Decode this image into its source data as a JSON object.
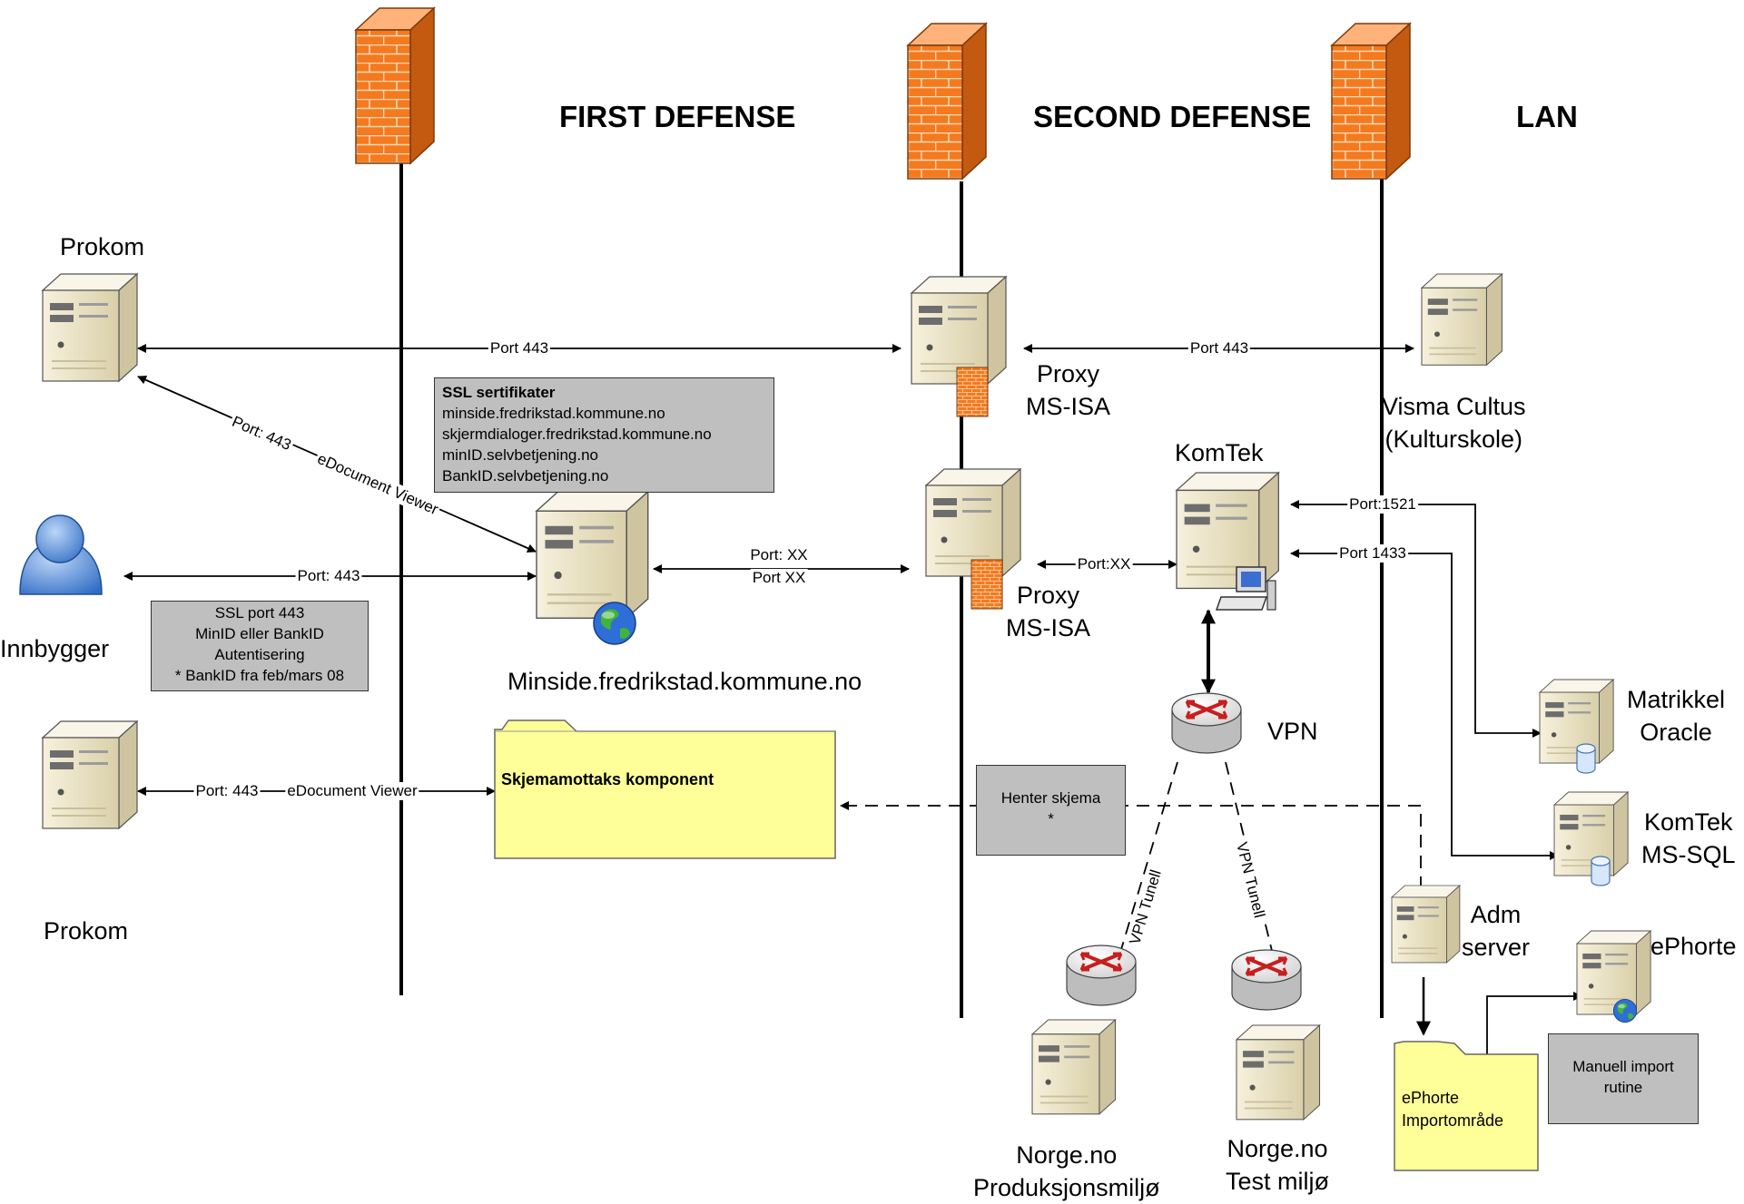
{
  "zones": {
    "first_defense": "FIRST DEFENSE",
    "second_defense": "SECOND DEFENSE",
    "lan": "LAN"
  },
  "nodes": {
    "prokom_top": "Prokom",
    "prokom_bottom": "Prokom",
    "innbygger": "Innbygger",
    "minside": "Minside.fredrikstad.kommune.no",
    "proxy_top": [
      "Proxy",
      "MS-ISA"
    ],
    "proxy_mid": [
      "Proxy",
      "MS-ISA"
    ],
    "visma": [
      "Visma Cultus",
      "(Kulturskole)"
    ],
    "komtek": "KomTek",
    "vpn": "VPN",
    "matrikkel": [
      "Matrikkel",
      "Oracle"
    ],
    "komtek_mssql": [
      "KomTek",
      "MS-SQL"
    ],
    "adm_server": [
      "Adm",
      "server"
    ],
    "ephorte": "ePhorte",
    "norge_prod": [
      "Norge.no",
      "Produksjonsmiljø"
    ],
    "norge_test": [
      "Norge.no",
      "Test miljø"
    ]
  },
  "boxes": {
    "ssl_certs": {
      "title": "SSL sertifikater",
      "lines": [
        "minside.fredrikstad.kommune.no",
        "skjermdialoger.fredrikstad.kommune.no",
        "minID.selvbetjening.no",
        "BankID.selvbetjening.no"
      ]
    },
    "ssl_port": [
      "SSL port 443",
      "MinID eller BankID",
      "Autentisering",
      "* BankID fra feb/mars 08"
    ],
    "henter": [
      "Henter skjema",
      "*"
    ],
    "manuell": [
      "Manuell import",
      "rutine"
    ]
  },
  "folders": {
    "skjemamottak": "Skjemamottaks komponent",
    "ephorte_import": [
      "ePhorte",
      "Importområde"
    ]
  },
  "connections": {
    "prokom_proxy": "Port 443",
    "proxy_visma": "Port 443",
    "prokom_minside_port": "Port: 443",
    "prokom_minside_viewer": "eDocument Viewer",
    "innbygger_minside": "Port: 443",
    "minside_proxy_1": "Port: XX",
    "minside_proxy_2": "Port XX",
    "proxy_komtek": "Port:XX",
    "oracle_port": "Port:1521",
    "mssql_port": "Port 1433",
    "prokom_skjema_port": "Port: 443",
    "prokom_skjema_viewer": "eDocument Viewer",
    "vpn_tunnel_left": "VPN Tunell",
    "vpn_tunnel_right": "VPN Tunell"
  },
  "colors": {
    "firewall": "#f47a20",
    "server_body": "#ece3c9",
    "note_box": "#bfbfbf",
    "folder": "#ffff99",
    "user": "#5b8fd6"
  }
}
